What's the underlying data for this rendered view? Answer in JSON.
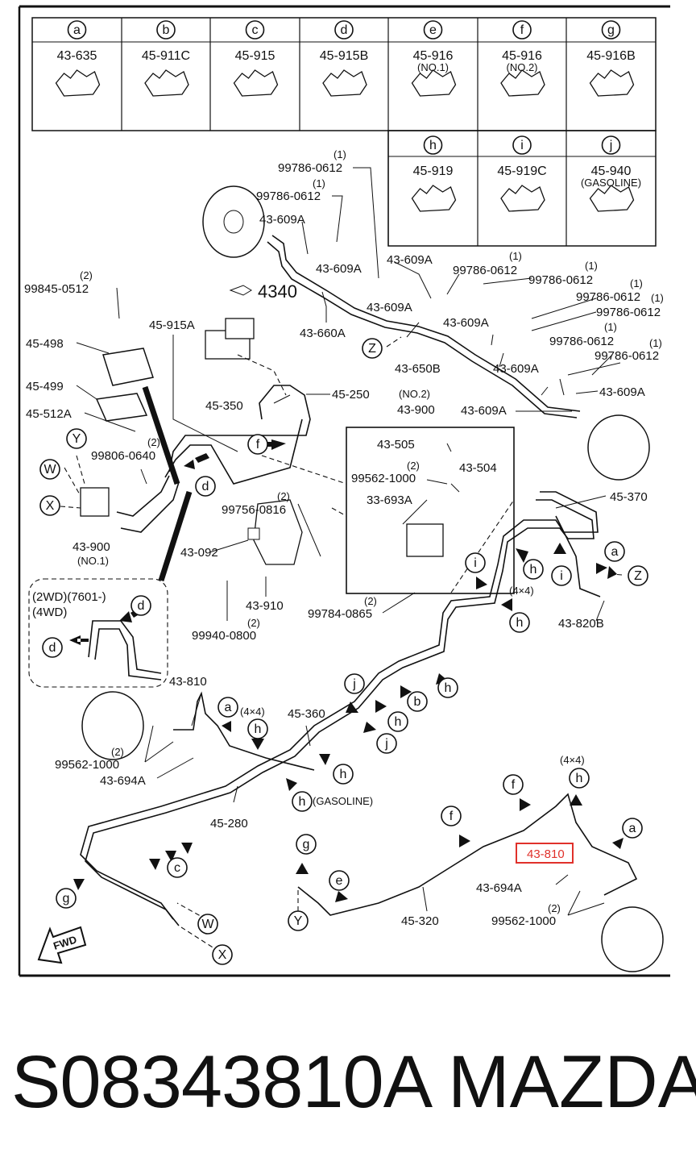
{
  "legend": {
    "row1": [
      {
        "letter": "a",
        "part": "43-635",
        "note": ""
      },
      {
        "letter": "b",
        "part": "45-911C",
        "note": ""
      },
      {
        "letter": "c",
        "part": "45-915",
        "note": ""
      },
      {
        "letter": "d",
        "part": "45-915B",
        "note": ""
      },
      {
        "letter": "e",
        "part": "45-916",
        "note": "(NO.1)"
      },
      {
        "letter": "f",
        "part": "45-916",
        "note": "(NO.2)"
      },
      {
        "letter": "g",
        "part": "45-916B",
        "note": ""
      }
    ],
    "row2": [
      {
        "letter": "h",
        "part": "45-919",
        "note": ""
      },
      {
        "letter": "i",
        "part": "45-919C",
        "note": ""
      },
      {
        "letter": "j",
        "part": "45-940",
        "note": "(GASOLINE)"
      }
    ]
  },
  "labels": {
    "p99786a": "99786-0612",
    "q99786a": "(1)",
    "p99786b": "99786-0612",
    "q99786b": "(1)",
    "p43609a_1": "43-609A",
    "p4340": "4340",
    "p99845": "99845-0512",
    "q99845": "(2)",
    "p45498": "45-498",
    "p45915a": "45-915A",
    "p43660a": "43-660A",
    "p43609a_2": "43-609A",
    "p43609a_3": "43-609A",
    "p43609a_4": "43-609A",
    "p99786c": "99786-0612",
    "q99786c": "(1)",
    "p99786d": "99786-0612",
    "q99786d": "(1)",
    "p99786e": "99786-0612",
    "q99786e": "(1)",
    "p99786f": "99786-0612",
    "q99786f": "(1)",
    "p99786g": "99786-0612",
    "q99786g": "(1)",
    "p99786h": "99786-0612",
    "q99786h": "(1)",
    "p43609a_5": "43-609A",
    "p43609a_6": "43-609A",
    "p43609a_7": "43-609A",
    "p43609a_8": "43-609A",
    "p43650b": "43-650B",
    "p45499": "45-499",
    "p45512a": "45-512A",
    "p45350": "45-350",
    "p45250": "45-250",
    "no2": "(NO.2)",
    "p43900b": "43-900",
    "p43505": "43-505",
    "p99562a": "99562-1000",
    "q99562a": "(2)",
    "p43504": "43-504",
    "p33693a": "33-693A",
    "p99806": "99806-0640",
    "q99806": "(2)",
    "p45370": "45-370",
    "p99756": "99756-0816",
    "q99756": "(2)",
    "p43092": "43-092",
    "p43900": "43-900",
    "q43900": "(NO.1)",
    "p43910": "43-910",
    "p99784": "99784-0865",
    "q99784": "(2)",
    "p99940": "99940-0800",
    "q99940": "(2)",
    "p43820b": "43-820B",
    "x4x4a": "(4×4)",
    "inset1": "(2WD)(7601-)",
    "inset2": "(4WD)",
    "p43810a": "43-810",
    "x4x4b": "(4×4)",
    "p45360": "45-360",
    "p99562b": "99562-1000",
    "q99562b": "(2)",
    "p43694a": "43-694A",
    "gasoline": "(GASOLINE)",
    "p45280": "45-280",
    "x4x4c": "(4×4)",
    "p43810b": "43-810",
    "p43694b": "43-694A",
    "p99562c": "99562-1000",
    "q99562c": "(2)",
    "p45320": "45-320",
    "fwd": "FWD"
  },
  "callouts": {
    "y": "Y",
    "w": "W",
    "x": "X",
    "z": "Z",
    "a": "a",
    "b": "b",
    "c": "c",
    "d": "d",
    "e": "e",
    "f": "f",
    "g": "g",
    "h": "h",
    "i": "i",
    "j": "j"
  },
  "highlight_color": "#e0312b",
  "footer": {
    "part_number": "S08343810A",
    "brand": "MAZDA"
  }
}
